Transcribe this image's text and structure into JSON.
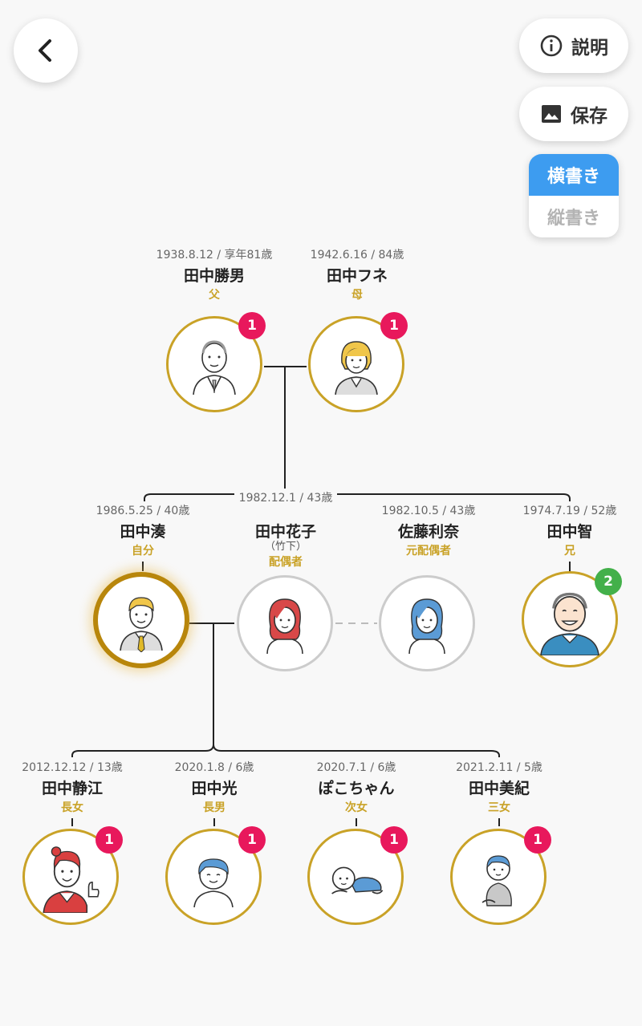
{
  "toolbar": {
    "explain_label": "説明",
    "save_label": "保存",
    "horizontal_label": "横書き",
    "vertical_label": "縦書き"
  },
  "colors": {
    "gold": "#c9a227",
    "self_ring": "#b8860b",
    "badge_pink": "#e8185c",
    "badge_green": "#43b04a",
    "active_blue": "#3d9cf0"
  },
  "marriage_date": "1982.12.1 / 43歳",
  "people": {
    "father": {
      "date": "1938.8.12 / 享年81歳",
      "name": "田中勝男",
      "relation": "父",
      "badge": "1"
    },
    "mother": {
      "date": "1942.6.16 / 84歳",
      "name": "田中フネ",
      "relation": "母",
      "badge": "1"
    },
    "self": {
      "date": "1986.5.25 / 40歳",
      "name": "田中湊",
      "relation": "自分"
    },
    "spouse": {
      "name": "田中花子",
      "maiden": "（竹下）",
      "relation": "配偶者"
    },
    "ex_spouse": {
      "date": "1982.10.5 / 43歳",
      "name": "佐藤利奈",
      "relation": "元配偶者"
    },
    "brother": {
      "date": "1974.7.19 / 52歳",
      "name": "田中智",
      "relation": "兄",
      "badge": "2"
    },
    "child1": {
      "date": "2012.12.12 / 13歳",
      "name": "田中静江",
      "relation": "長女",
      "badge": "1"
    },
    "child2": {
      "date": "2020.1.8 / 6歳",
      "name": "田中光",
      "relation": "長男",
      "badge": "1"
    },
    "child3": {
      "date": "2020.7.1 / 6歳",
      "name": "ぽこちゃん",
      "relation": "次女",
      "badge": "1"
    },
    "child4": {
      "date": "2021.2.11 / 5歳",
      "name": "田中美紀",
      "relation": "三女",
      "badge": "1"
    }
  }
}
